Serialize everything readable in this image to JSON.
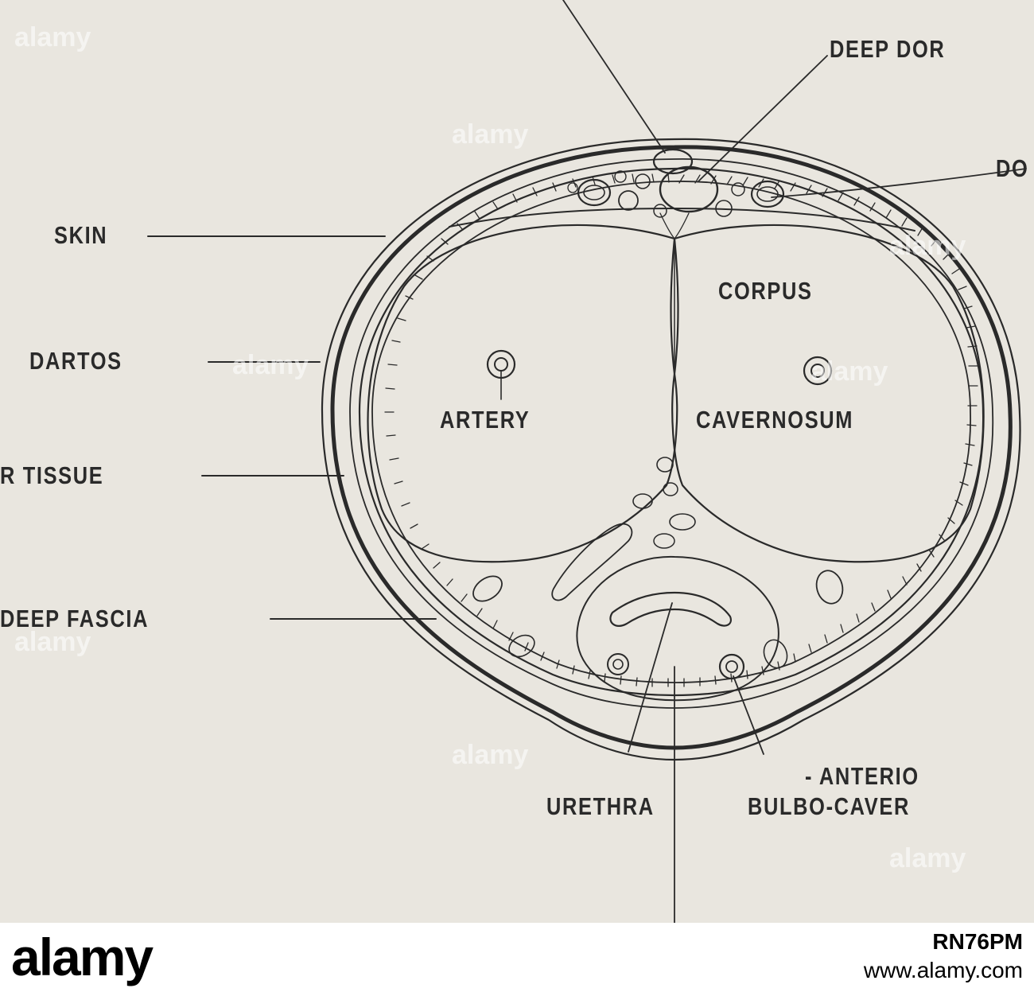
{
  "diagram": {
    "labels": {
      "deep_dor": "DEEP DOR",
      "do": "DO",
      "skin": "SKIN",
      "dartos": "DARTOS",
      "r_tissue": "R  TISSUE",
      "deep_fascia": "DEEP  FASCIA",
      "corpus": "CORPUS",
      "cavernosum": "CAVERNOSUM",
      "artery": "ARTERY",
      "urethra": "URETHRA",
      "anterio": "-  ANTERIO",
      "bulbo_caver": "BULBO-CAVER"
    }
  },
  "watermark": {
    "text": "alamy"
  },
  "footer": {
    "brand": "alamy",
    "image_code": "RN76PM",
    "site": "www.alamy.com"
  },
  "colors": {
    "paper": "#e9e6df",
    "ink": "#2a2a2a",
    "footer_bg": "#ffffff"
  }
}
